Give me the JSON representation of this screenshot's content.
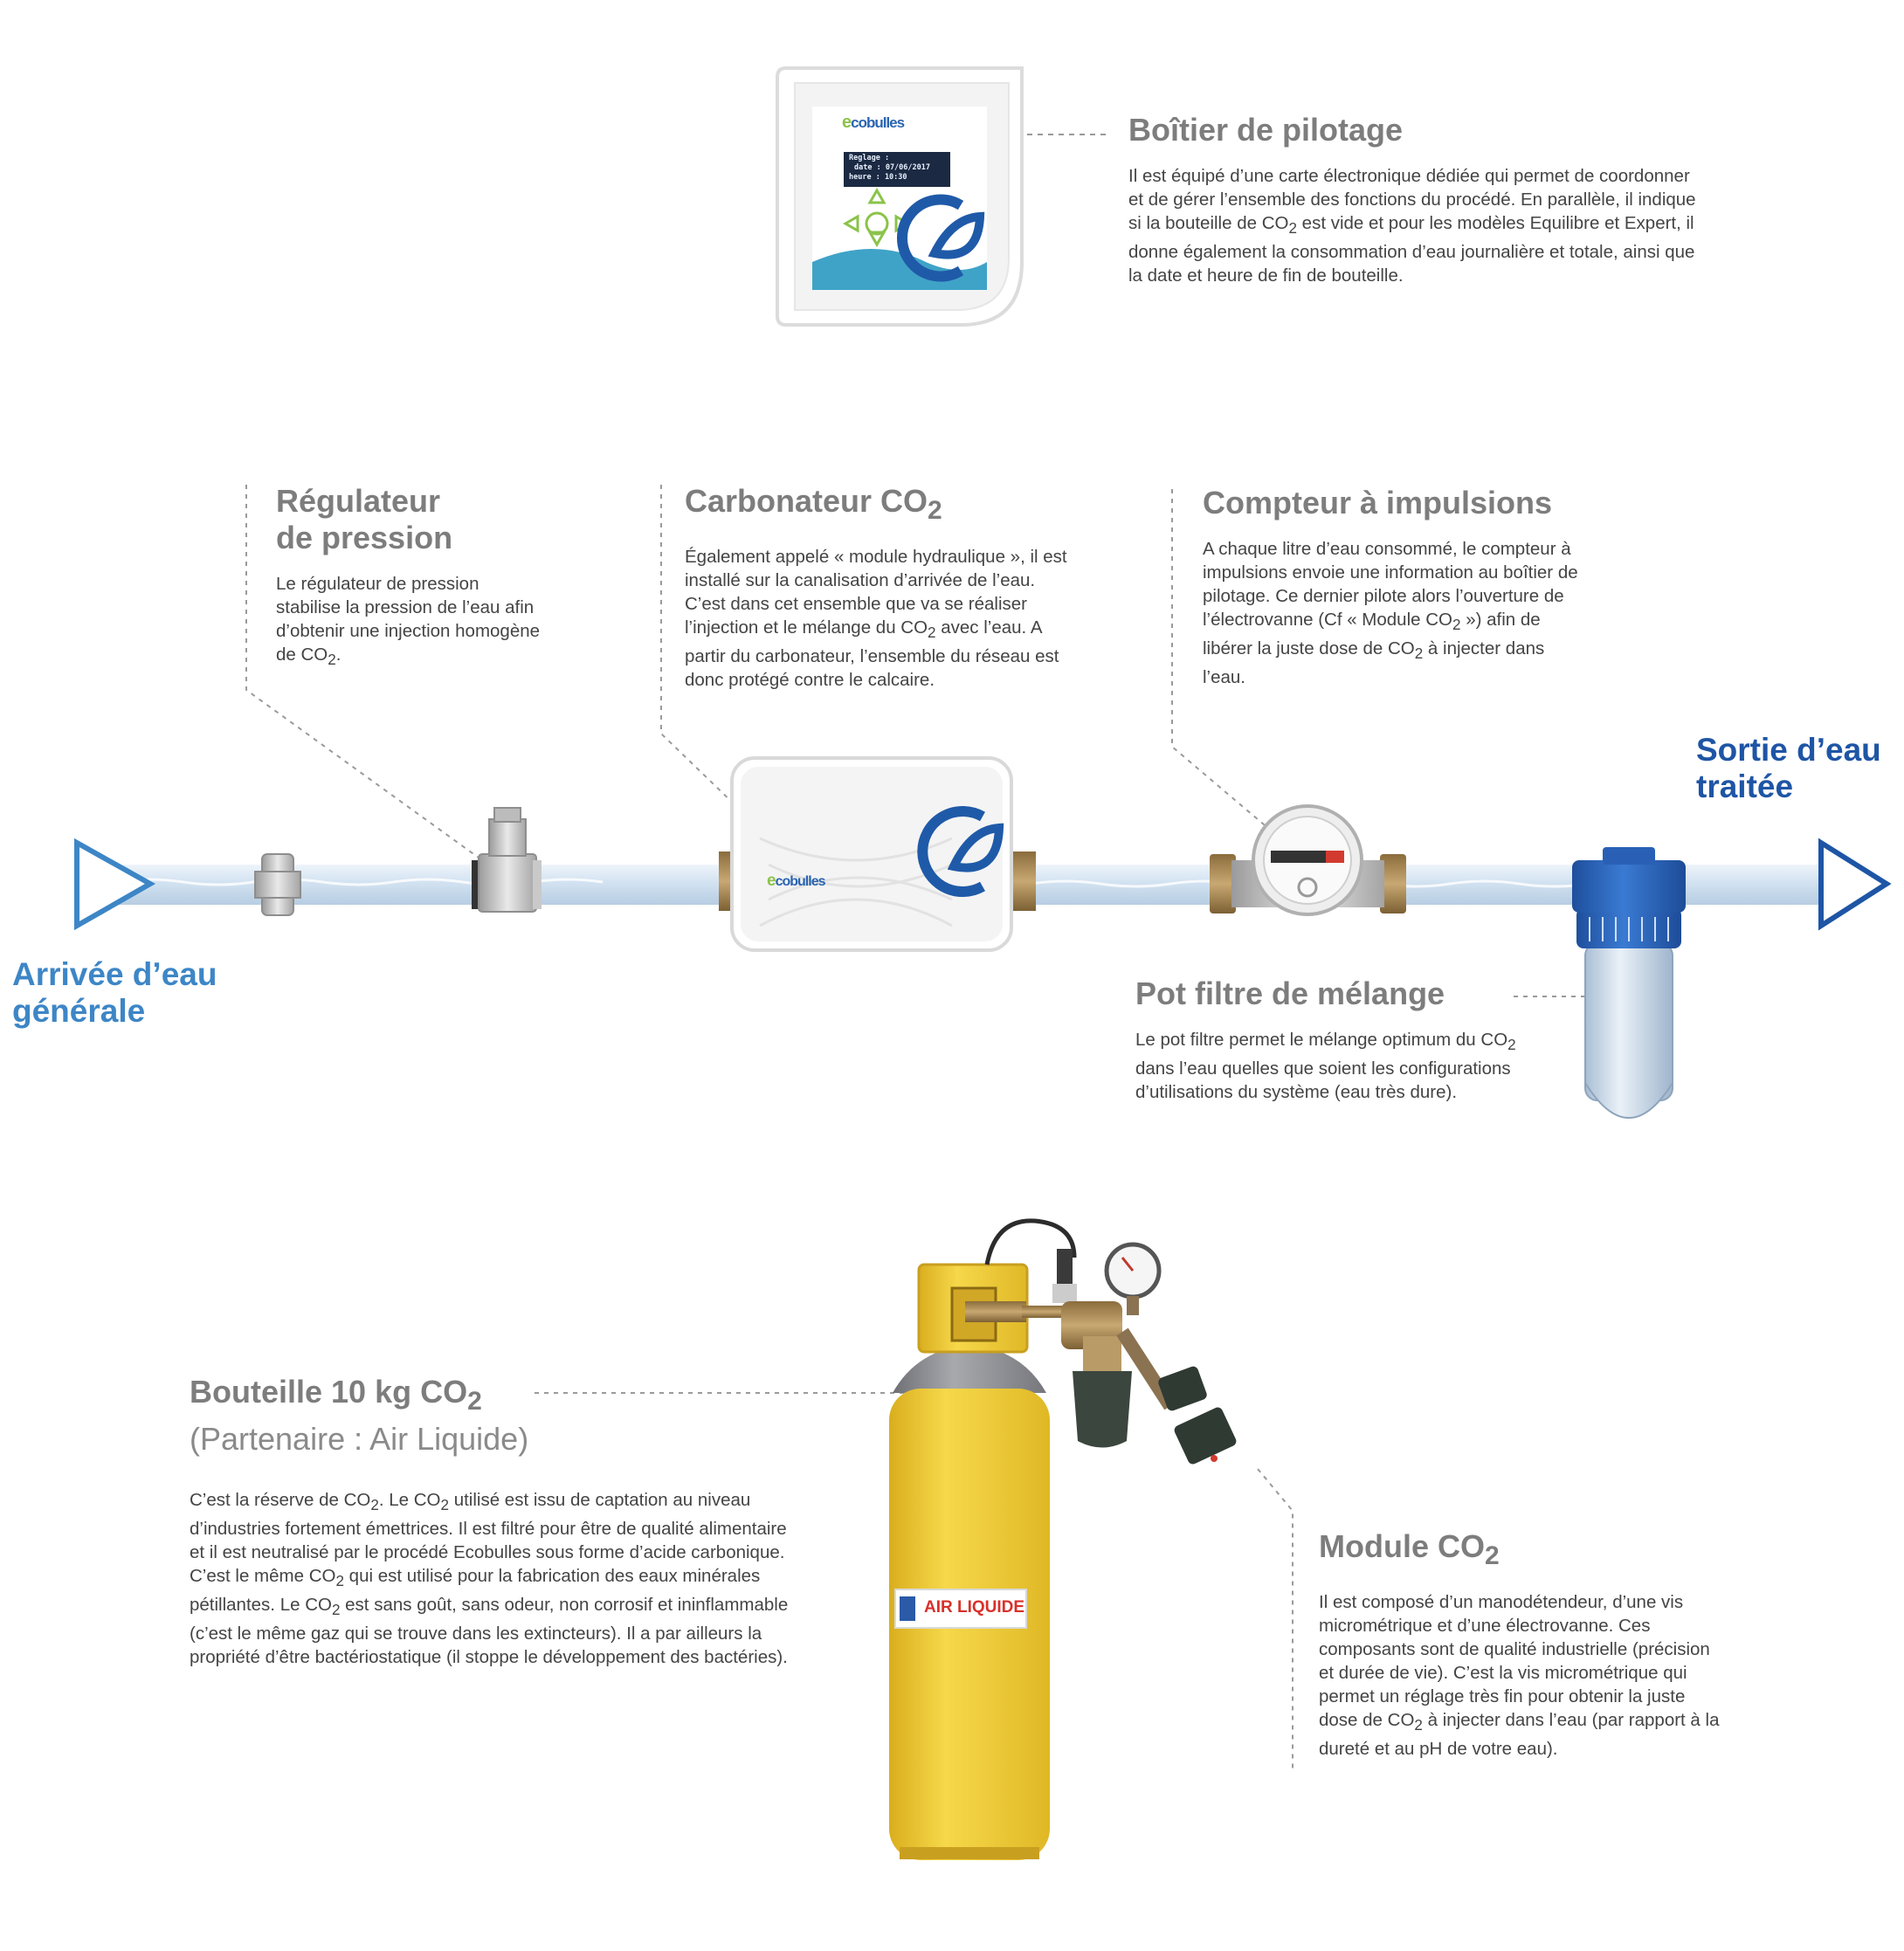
{
  "colors": {
    "accent": "#3d86c6",
    "dark_accent": "#1e55a5",
    "title_gray": "#7d7d7d",
    "text": "#444444",
    "cylinder_yellow": "#f2cf3b",
    "cylinder_gray": "#8f9096",
    "brass": "#bfa27a",
    "filter_blue": "#2d6bc4",
    "pipe": "#dce8f3"
  },
  "brand": {
    "name": "Ecobulles",
    "display_name": "cobulles",
    "bottle_label": "AIR LIQUIDE"
  },
  "lcd": {
    "line1": "Reglage :",
    "line2": "date : 07/06/2017",
    "line3": "heure : 10:30"
  },
  "flow": {
    "inlet": {
      "line1": "Arrivée d’eau",
      "line2": "générale"
    },
    "outlet": {
      "line1": "Sortie d’eau",
      "line2": "traitée"
    }
  },
  "components": {
    "boitier": {
      "title": "Boîtier de pilotage",
      "p1": "Il est équipé d’une carte électronique dédiée qui permet de coordonner et de gérer l’ensemble des fonctions du procédé. En parallèle, il indique si la bouteille de CO",
      "p2": " est vide et pour les modèles Equilibre et Expert, il donne également la consommation d’eau journalière et totale, ainsi que la date et heure de fin de bouteille."
    },
    "regulateur": {
      "title_line1": "Régulateur",
      "title_line2": "de pression",
      "p1": "Le régulateur de pression stabilise la pression de l’eau afin d’obtenir une injection homogène de CO",
      "p2": "."
    },
    "carbonateur": {
      "title": "Carbonateur CO",
      "p1": "Également appelé « module hydraulique », il est installé sur la canalisation d’arrivée de l’eau. C’est dans cet ensemble que va se réaliser l’injection et le mélange du CO",
      "p2": " avec l’eau. A partir du carbonateur, l’ensemble du réseau est donc protégé contre le calcaire."
    },
    "compteur": {
      "title": "Compteur à impulsions",
      "p1": "A chaque litre d’eau consommé, le compteur à impulsions envoie une information au boîtier de pilotage. Ce dernier pilote alors l’ouverture de l’électrovanne (Cf « Module CO",
      "p2": " ») afin de libérer la juste dose de CO",
      "p3": " à injecter dans l’eau."
    },
    "pot_filtre": {
      "title": "Pot filtre de mélange",
      "p1": "Le pot filtre permet le mélange optimum du CO",
      "p2": " dans l’eau quelles que soient les configurations d’utilisations du système (eau très dure)."
    },
    "bouteille": {
      "title": "Bouteille 10 kg CO",
      "subtitle": "(Partenaire : Air Liquide)",
      "p1": "C’est la réserve de CO",
      "p2": ". Le CO",
      "p3": " utilisé est issu de captation au niveau d’industries fortement émettrices. Il est filtré pour être de qualité alimentaire et il est neutralisé par le procédé Ecobulles sous forme d’acide carbonique. C’est le même CO",
      "p4": " qui est utilisé pour la fabrication des eaux minérales pétillantes. Le CO",
      "p5": " est sans goût, sans odeur, non corrosif et ininflammable (c’est le même gaz qui se trouve dans les extincteurs). Il a par ailleurs la propriété d’être bactériostatique (il stoppe le développement des bactéries)."
    },
    "module": {
      "title": "Module CO",
      "p1": "Il est composé d’un manodétendeur, d’une vis micrométrique et d’une électrovanne. Ces composants sont de qualité industrielle (précision et durée de vie). C’est la vis micrométrique qui permet un réglage très fin pour obtenir la juste dose de CO",
      "p2": " à injecter dans l’eau  (par rapport à la dureté et au pH de votre eau)."
    }
  },
  "subscript_2": "2"
}
